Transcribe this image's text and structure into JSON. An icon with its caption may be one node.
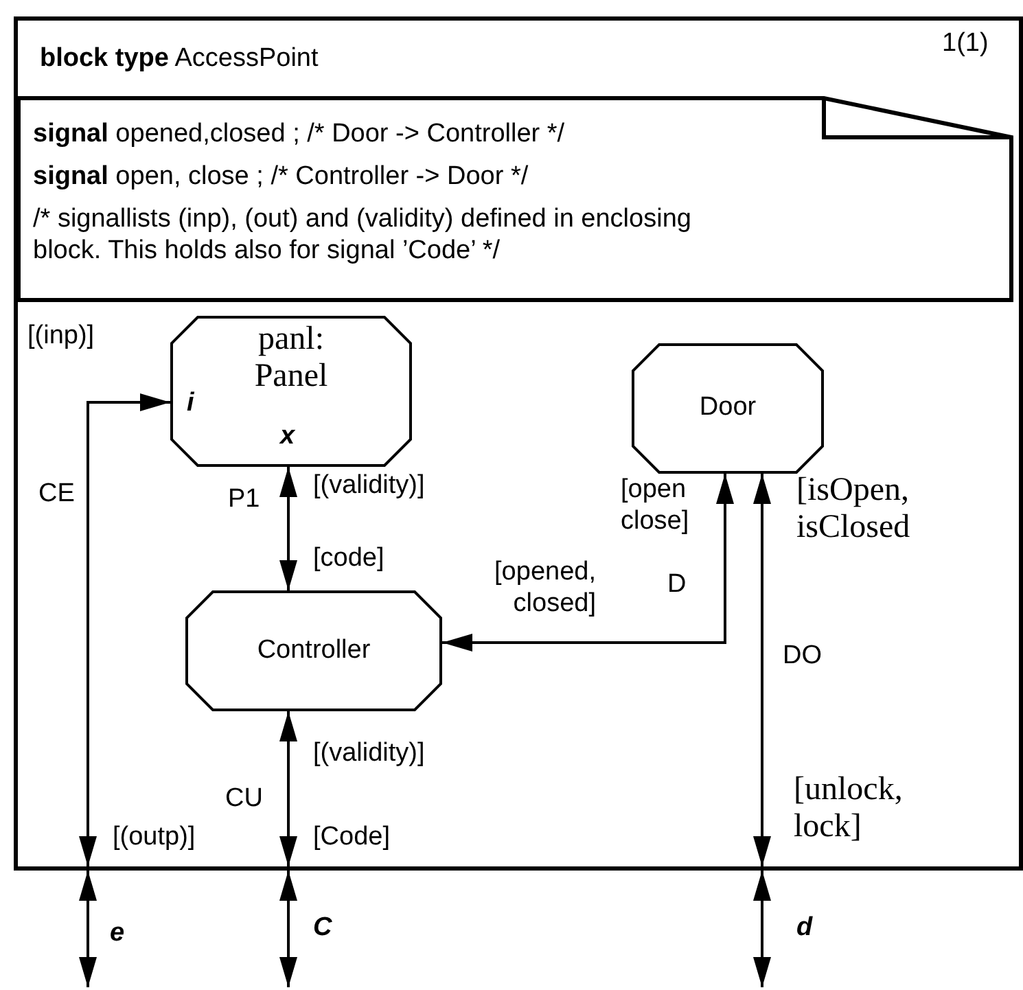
{
  "diagram": {
    "nodes": [
      {
        "text": [
          "**block type** AccessPoint"
        ]
      },
      {
        "text": [
          "**signal** opened,closed ; /* Door -> Controller */",
          "**signal** open, close ; /* Controller -> Door */",
          "/* signallists (inp), (out) and (validity) defined in enclosing block. This holds also for signal ’Code’ */"
        ],
        "in": 0
      },
      {
        "text": [
          "panl: Panel",
          "i",
          "x"
        ],
        "in": 0
      },
      {
        "text": [
          "Door"
        ],
        "in": 0
      },
      {
        "text": [
          "Controller"
        ],
        "in": 0
      }
    ],
    "edges": [
      {
        "from": 0,
        "to": 2,
        "arrow": "both",
        "label": "CE"
      },
      {
        "from": 2,
        "to": 4,
        "arrow": "both",
        "label": "P1"
      },
      {
        "from": 3,
        "to": 4,
        "arrow": "both",
        "label": "D"
      },
      {
        "from": 3,
        "to": 0,
        "arrow": "both",
        "label": "DO"
      },
      {
        "from": 4,
        "to": 0,
        "arrow": "both",
        "label": "CU"
      },
      {
        "from": 0,
        "to": null,
        "arrow": "both",
        "label": "e"
      },
      {
        "from": 0,
        "to": null,
        "arrow": "both",
        "label": "C"
      },
      {
        "from": 0,
        "to": null,
        "arrow": "both",
        "label": "d"
      }
    ],
    "labels": [
      "1(1)",
      "[(inp)]",
      "[open close]",
      "[isOpen, isClosed",
      "[(validity)]",
      "[code]",
      "[opened, closed]",
      "[(validity)]",
      "[unlock, lock]",
      "[(outp)]",
      "[Code]"
    ]
  }
}
